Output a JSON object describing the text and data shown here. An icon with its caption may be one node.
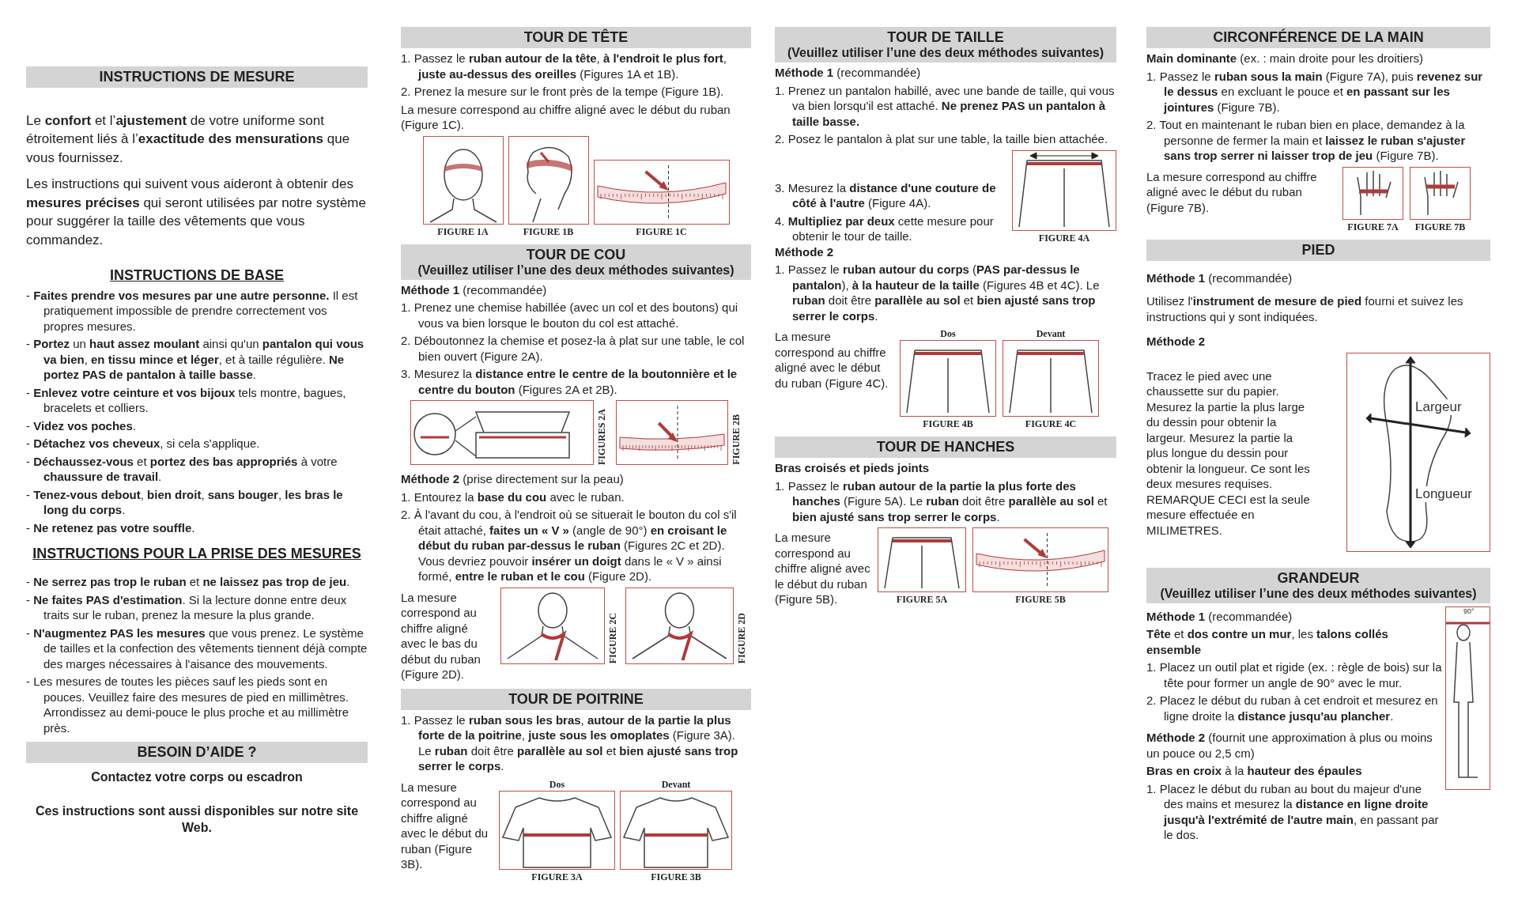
{
  "diagram": {
    "nodes": [
      {
        "text": [
          "INSTRUCTIONS DE MESURE"
        ]
      },
      {
        "text": [
          "BESOIN D’AIDE ?"
        ]
      },
      {
        "text": [
          "TOUR DE TÊTE"
        ]
      },
      {
        "text": [],
        "shape": "picture",
        "beside": [
          "FIGURE 1A"
        ]
      },
      {
        "text": [],
        "shape": "picture",
        "beside": [
          "FIGURE 1B"
        ]
      },
      {
        "text": [],
        "shape": "picture",
        "beside": [
          "FIGURE 1C"
        ]
      },
      {
        "text": [
          "TOUR DE COU",
          "(Veuillez utiliser l’une des deux méthodes suivantes)"
        ]
      },
      {
        "text": [],
        "shape": "picture",
        "beside": [
          "FIGURES 2A"
        ]
      },
      {
        "text": [],
        "shape": "picture",
        "beside": [
          "FIGURE 2B"
        ]
      },
      {
        "text": [],
        "shape": "picture",
        "beside": [
          "FIGURE 2C"
        ]
      },
      {
        "text": [],
        "shape": "picture",
        "beside": [
          "FIGURE 2D"
        ]
      },
      {
        "text": [
          "TOUR DE POITRINE"
        ]
      },
      {
        "text": [],
        "shape": "picture",
        "beside": [
          "Dos",
          "FIGURE 3A"
        ]
      },
      {
        "text": [],
        "shape": "picture",
        "beside": [
          "Devant",
          "FIGURE 3B"
        ]
      },
      {
        "text": [
          "TOUR DE TAILLE",
          "(Veuillez utiliser l’une des deux méthodes suivantes)"
        ]
      },
      {
        "text": [],
        "shape": "picture",
        "beside": [
          "FIGURE 4A"
        ]
      },
      {
        "text": [],
        "shape": "picture",
        "beside": [
          "Dos",
          "FIGURE 4B"
        ]
      },
      {
        "text": [],
        "shape": "picture",
        "beside": [
          "Devant",
          "FIGURE 4C"
        ]
      },
      {
        "text": [
          "TOUR DE HANCHES"
        ]
      },
      {
        "text": [],
        "shape": "picture",
        "beside": [
          "FIGURE 5A"
        ]
      },
      {
        "text": [],
        "shape": "picture",
        "beside": [
          "FIGURE 5B"
        ]
      },
      {
        "text": [
          "CIRCONFÉRENCE DE LA MAIN"
        ]
      },
      {
        "text": [],
        "shape": "picture",
        "beside": [
          "FIGURE 7A"
        ]
      },
      {
        "text": [],
        "shape": "picture",
        "beside": [
          "FIGURE 7B"
        ]
      },
      {
        "text": [
          "PIED"
        ]
      },
      {
        "text": [
          "Largeur",
          "Longueur"
        ]
      },
      {
        "text": [
          "GRANDEUR",
          "(Veuillez utiliser l’une des deux méthodes suivantes)"
        ]
      },
      {
        "text": [
          "90°"
        ]
      }
    ],
    "edges": [],
    "labels": [
      "Le **confort** et l’**ajustement** de votre uniforme sont étroitement liés à l’**exactitude des mensurations** que vous fournissez.",
      "Les instructions qui suivent vous aideront à obtenir des **mesures précises** qui seront utilisées par notre système pour suggérer la taille des vêtements que vous commandez.",
      "INSTRUCTIONS DE BASE",
      "- **Faites prendre vos mesures par une autre personne.** Il est pratiquement impossible de prendre correctement vos propres mesures.",
      "- **Portez** un **haut assez moulant** ainsi qu'un **pantalon qui vous va bien**, **en tissu mince et léger**, et à taille régulière. **Ne portez PAS de pantalon à taille basse**.",
      "- **Enlevez votre ceinture et vos bijoux** tels montre, bagues, bracelets et colliers.",
      "- **Videz vos poches**.",
      "- **Détachez vos cheveux**, si cela s'applique.",
      "- **Déchaussez-vous** et **portez des bas appropriés** à votre **chaussure de travail**.",
      "- **Tenez-vous debout**, **bien droit**, **sans bouger**, **les bras le long du corps**.",
      "- **Ne retenez pas votre souffle**.",
      "INSTRUCTIONS POUR LA PRISE DES MESURES",
      "- **Ne serrez pas trop le ruban** et **ne laissez pas trop de jeu**.",
      "- **Ne faites PAS d'estimation**. Si la lecture donne entre deux traits sur le ruban, prenez la mesure la plus grande.",
      "- **N'augmentez PAS les mesures** que vous prenez. Le système de tailles et la confection des vêtements tiennent déjà compte des marges nécessaires à l'aisance des mouvements.",
      "- Les mesures de toutes les pièces sauf les pieds sont en pouces. Veuillez faire des mesures de pied en millimètres. Arrondissez au demi-pouce le plus proche et au millimètre près.",
      "Contactez votre corps ou escadron",
      "Ces instructions sont aussi disponibles sur notre site Web.",
      "1. Passez le **ruban autour de la tête**, **à l'endroit le plus fort**, **juste au-dessus des oreilles** (Figures 1A et 1B).",
      "2. Prenez la mesure sur le front près de la tempe (Figure 1B).",
      "La mesure correspond au chiffre aligné avec le début du ruban (Figure 1C).",
      "**Méthode 1** (recommandée)",
      "1. Prenez une chemise habillée (avec un col et des boutons) qui vous va bien lorsque le bouton du col est attaché.",
      "2. Déboutonnez la chemise et posez-la à plat sur une table, le col bien ouvert (Figure 2A).",
      "3. Mesurez la **distance entre le centre de la boutonnière et le centre du bouton** (Figures 2A et 2B).",
      "**Méthode 2** (prise directement sur la peau)",
      "1. Entourez la **base du cou** avec le ruban.",
      "2. À l'avant du cou, à l'endroit où se situerait le bouton du col s'il était attaché, **faites un « V »** (angle de 90°) **en croisant le début du ruban par-dessus le ruban** (Figures 2C et 2D). Vous devriez pouvoir **insérer un doigt** dans le « V » ainsi formé, **entre le ruban et le cou** (Figure 2D).",
      "La mesure correspond au chiffre aligné avec le bas du début du ruban (Figure 2D).",
      "1. Passez le **ruban sous les bras**, **autour de la partie la plus forte de la poitrine**, **juste sous les omoplates** (Figure 3A). Le **ruban** doit être **parallèle au sol** et **bien ajusté sans trop serrer le corps**.",
      "La mesure correspond au chiffre aligné avec le début du ruban (Figure 3B).",
      "**Méthode 1** (recommandée)",
      "1. Prenez un pantalon habillé, avec une bande de taille, qui vous va bien lorsqu'il est attaché. **Ne prenez PAS un pantalon à taille basse.**",
      "2. Posez le pantalon à plat sur une table, la taille bien attachée.",
      "3. Mesurez la **distance d'une couture de côté à l'autre** (Figure 4A).",
      "4. **Multipliez par deux** cette mesure pour obtenir le tour de taille.",
      "Méthode 2",
      "1. Passez le **ruban autour du corps** (**PAS par-dessus le pantalon**), **à la hauteur de la taille** (Figures 4B et 4C). Le **ruban** doit être **parallèle au sol** et **bien ajusté sans trop serrer le corps**.",
      "La mesure correspond au chiffre aligné avec le début du ruban (Figure 4C).",
      "Bras croisés et pieds joints",
      "1. Passez le **ruban autour de la partie la plus forte des hanches** (Figure 5A). Le **ruban** doit être **parallèle au sol** et **bien ajusté sans trop serrer le corps**.",
      "La mesure correspond au chiffre aligné avec le début du ruban (Figure 5B).",
      "**Main dominante** (ex. : main droite pour les droitiers)",
      "1. Passez le **ruban sous la main** (Figure 7A), puis **revenez sur le dessus** en excluant le pouce et **en passant sur les jointures** (Figure 7B).",
      "2. Tout en maintenant le ruban bien en place, demandez à la personne de fermer la main et **laissez le ruban s'ajuster sans trop serrer ni laisser trop de jeu** (Figure 7B).",
      "La mesure correspond au chiffre aligné avec le début du ruban (Figure 7B).",
      "**Méthode 1** (recommandée)",
      "Utilisez l'**instrument de mesure de pied** fourni et suivez les instructions qui y sont indiquées.",
      "Méthode 2",
      "Tracez le pied avec une chaussette sur du papier. Mesurez la partie la plus large du dessin pour obtenir la largeur. Mesurez la partie la plus longue du dessin pour obtenir la longueur. Ce sont les deux mesures requises. REMARQUE CECI est la seule mesure effectuée en MILIMETRES.",
      "**Méthode 1** (recommandée)",
      "**Tête** et **dos contre un mur**, les **talons collés ensemble**",
      "1. Placez un outil plat et rigide (ex. : règle de bois) sur la tête pour former un angle de 90° avec le mur.",
      "2. Placez le début du ruban à cet endroit et mesurez en ligne droite la **distance jusqu'au plancher**.",
      "**Méthode 2** (fournit une approximation à plus ou moins un pouce ou 2,5 cm)",
      "**Bras en croix** à la **hauteur des épaules**",
      "1. Placez le début du ruban au bout du majeur d'une des mains et mesurez la **distance en ligne droite jusqu'à l'extrémité de l'autre main**, en passant par le dos."
    ]
  }
}
